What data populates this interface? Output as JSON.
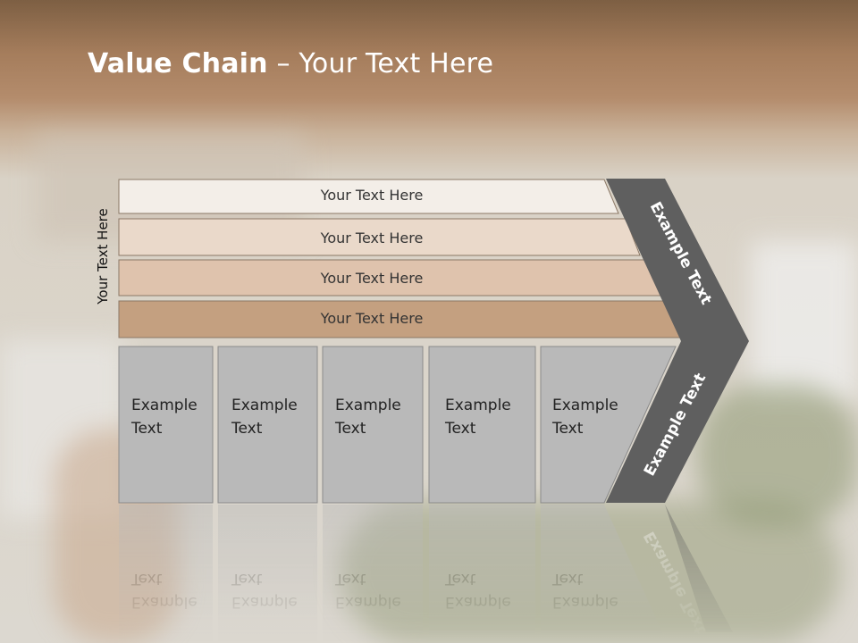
{
  "slide": {
    "title_bold": "Value Chain",
    "title_rest": " – Your Text Here",
    "side_label": "Your Text Here"
  },
  "bars": [
    {
      "label": "Your Text Here",
      "color": "#f3eee8"
    },
    {
      "label": "Your Text Here",
      "color": "#ead9ca"
    },
    {
      "label": "Your Text Here",
      "color": "#dfc3ad"
    },
    {
      "label": "Your Text Here",
      "color": "#c4a080"
    }
  ],
  "cells": [
    {
      "line1": "Example",
      "line2": "Text"
    },
    {
      "line1": "Example",
      "line2": "Text"
    },
    {
      "line1": "Example",
      "line2": "Text"
    },
    {
      "line1": "Example",
      "line2": "Text"
    },
    {
      "line1": "Example",
      "line2": "Text"
    }
  ],
  "chevron": {
    "upper_label": "Example Text",
    "lower_label": "Example Text",
    "color": "#5f5f5f"
  },
  "colors": {
    "cell_fill": "#b9b9b9",
    "cell_stroke": "#8a8a8a",
    "bar_stroke": "#8b7866"
  }
}
